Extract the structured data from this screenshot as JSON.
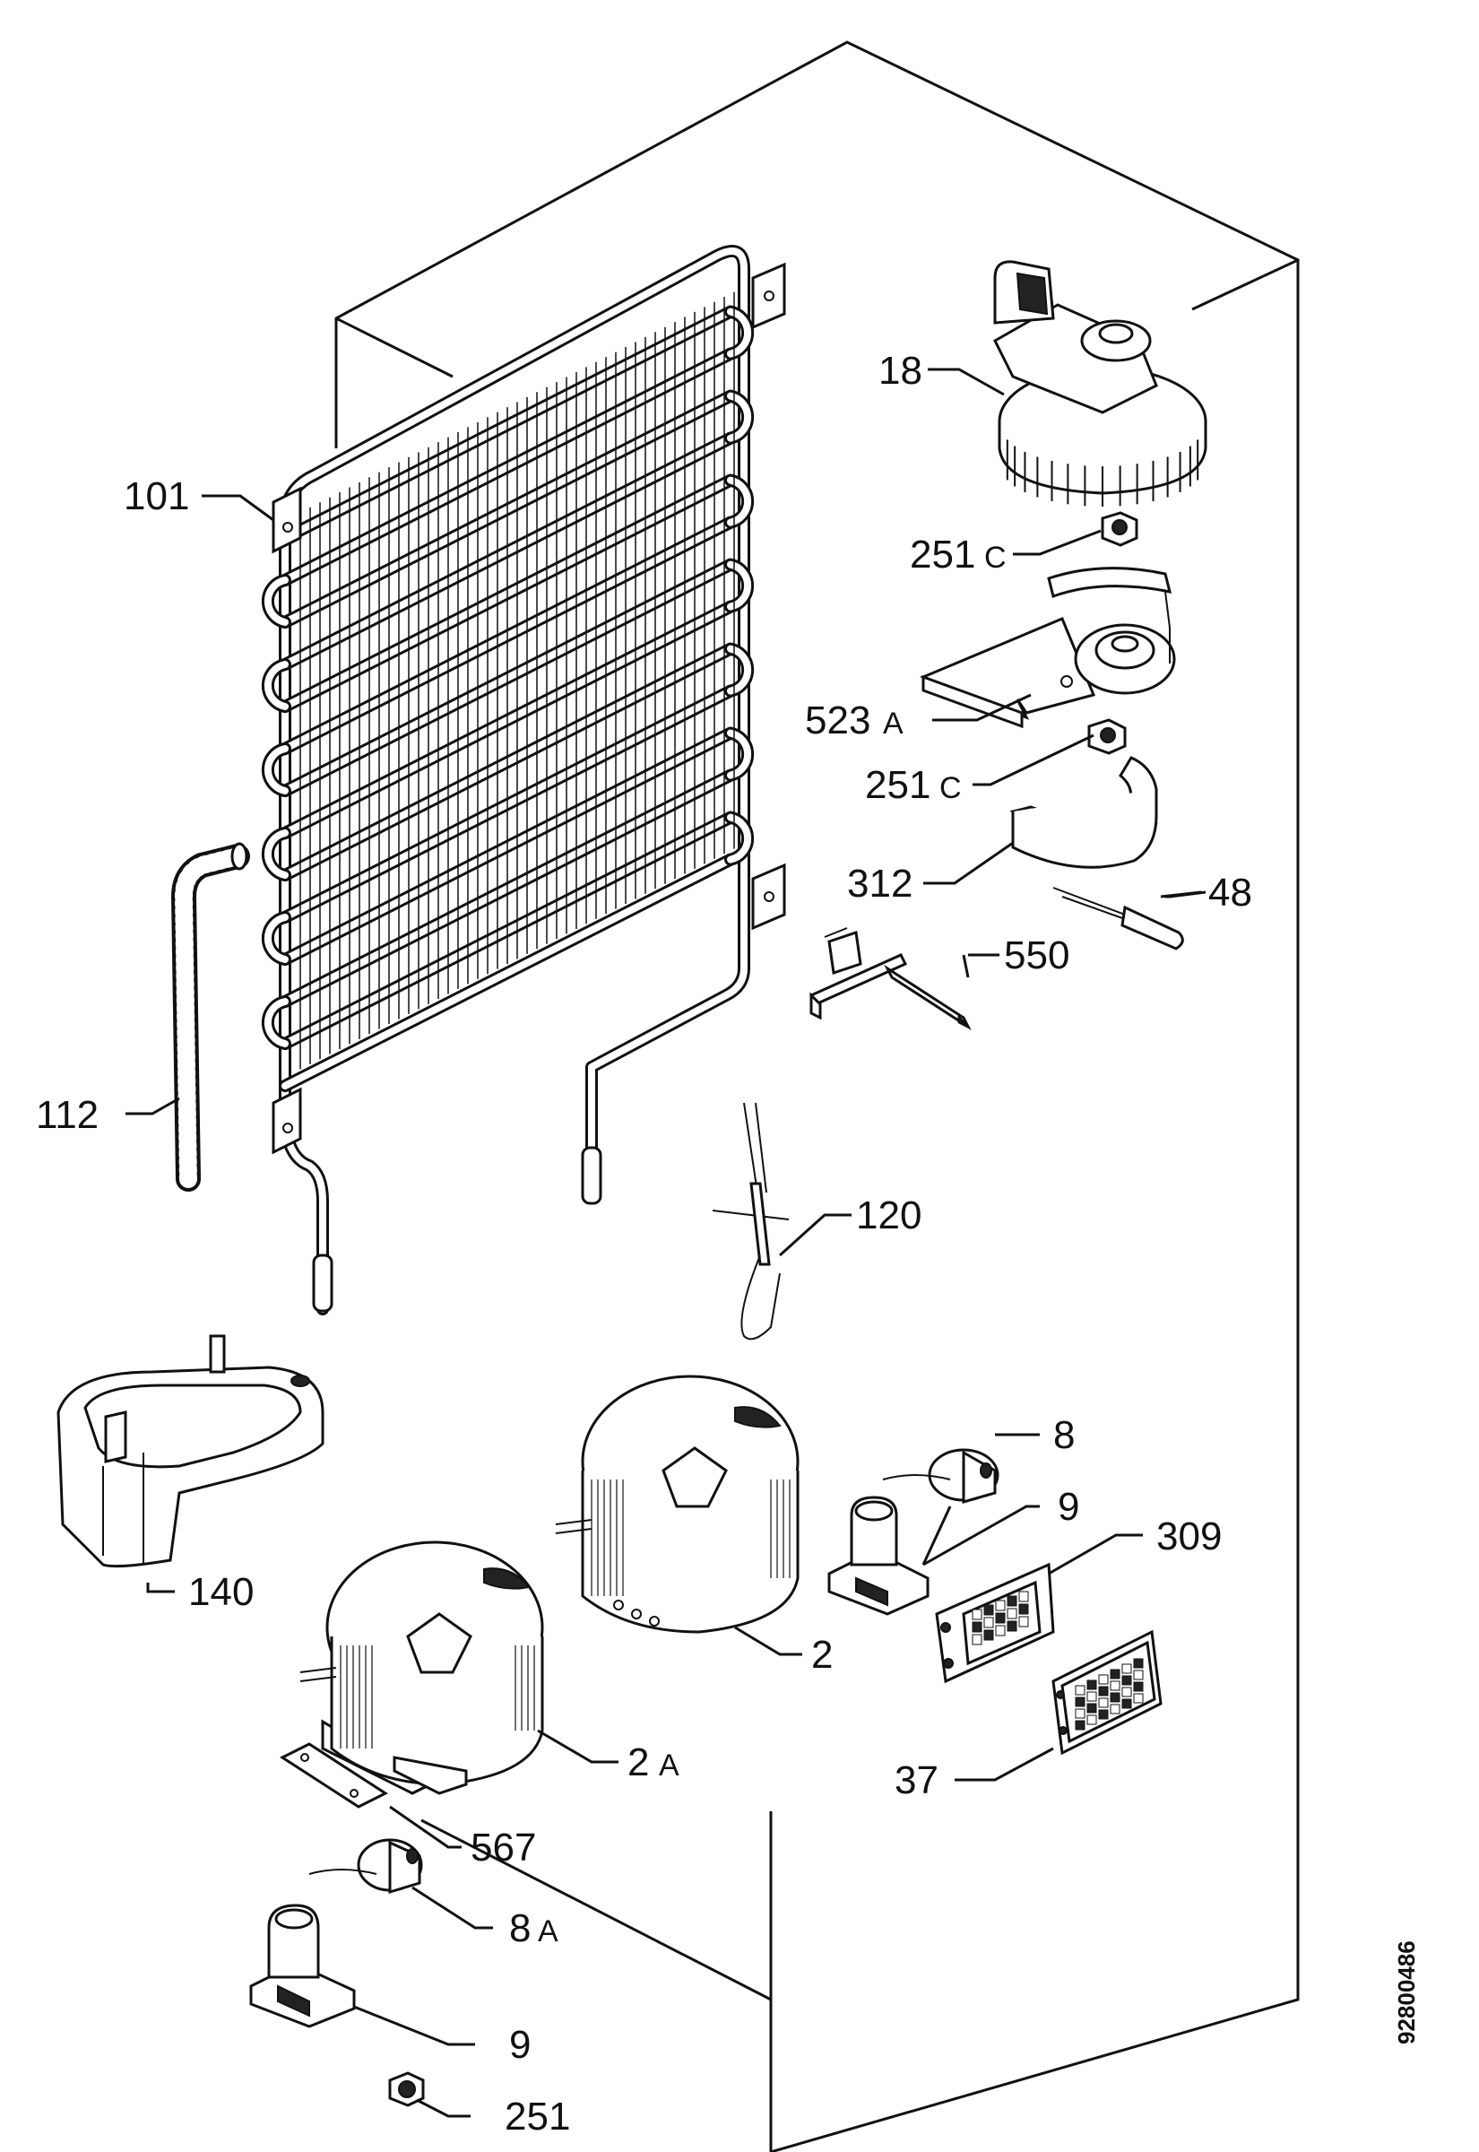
{
  "diagram": {
    "document_number": "92800486",
    "labels": {
      "p101": "101",
      "p112": "112",
      "p18": "18",
      "p251c_a": "251",
      "p251c_a_suffix": "C",
      "p523a": "523",
      "p523a_suffix": "A",
      "p251c_b": "251",
      "p251c_b_suffix": "C",
      "p312": "312",
      "p48": "48",
      "p550": "550",
      "p120": "120",
      "p140": "140",
      "p8": "8",
      "p9_top": "9",
      "p309": "309",
      "p2": "2",
      "p2a": "2",
      "p2a_suffix": "A",
      "p37": "37",
      "p567": "567",
      "p8a": "8",
      "p8a_suffix": "A",
      "p9_bottom": "9",
      "p251": "251"
    }
  }
}
